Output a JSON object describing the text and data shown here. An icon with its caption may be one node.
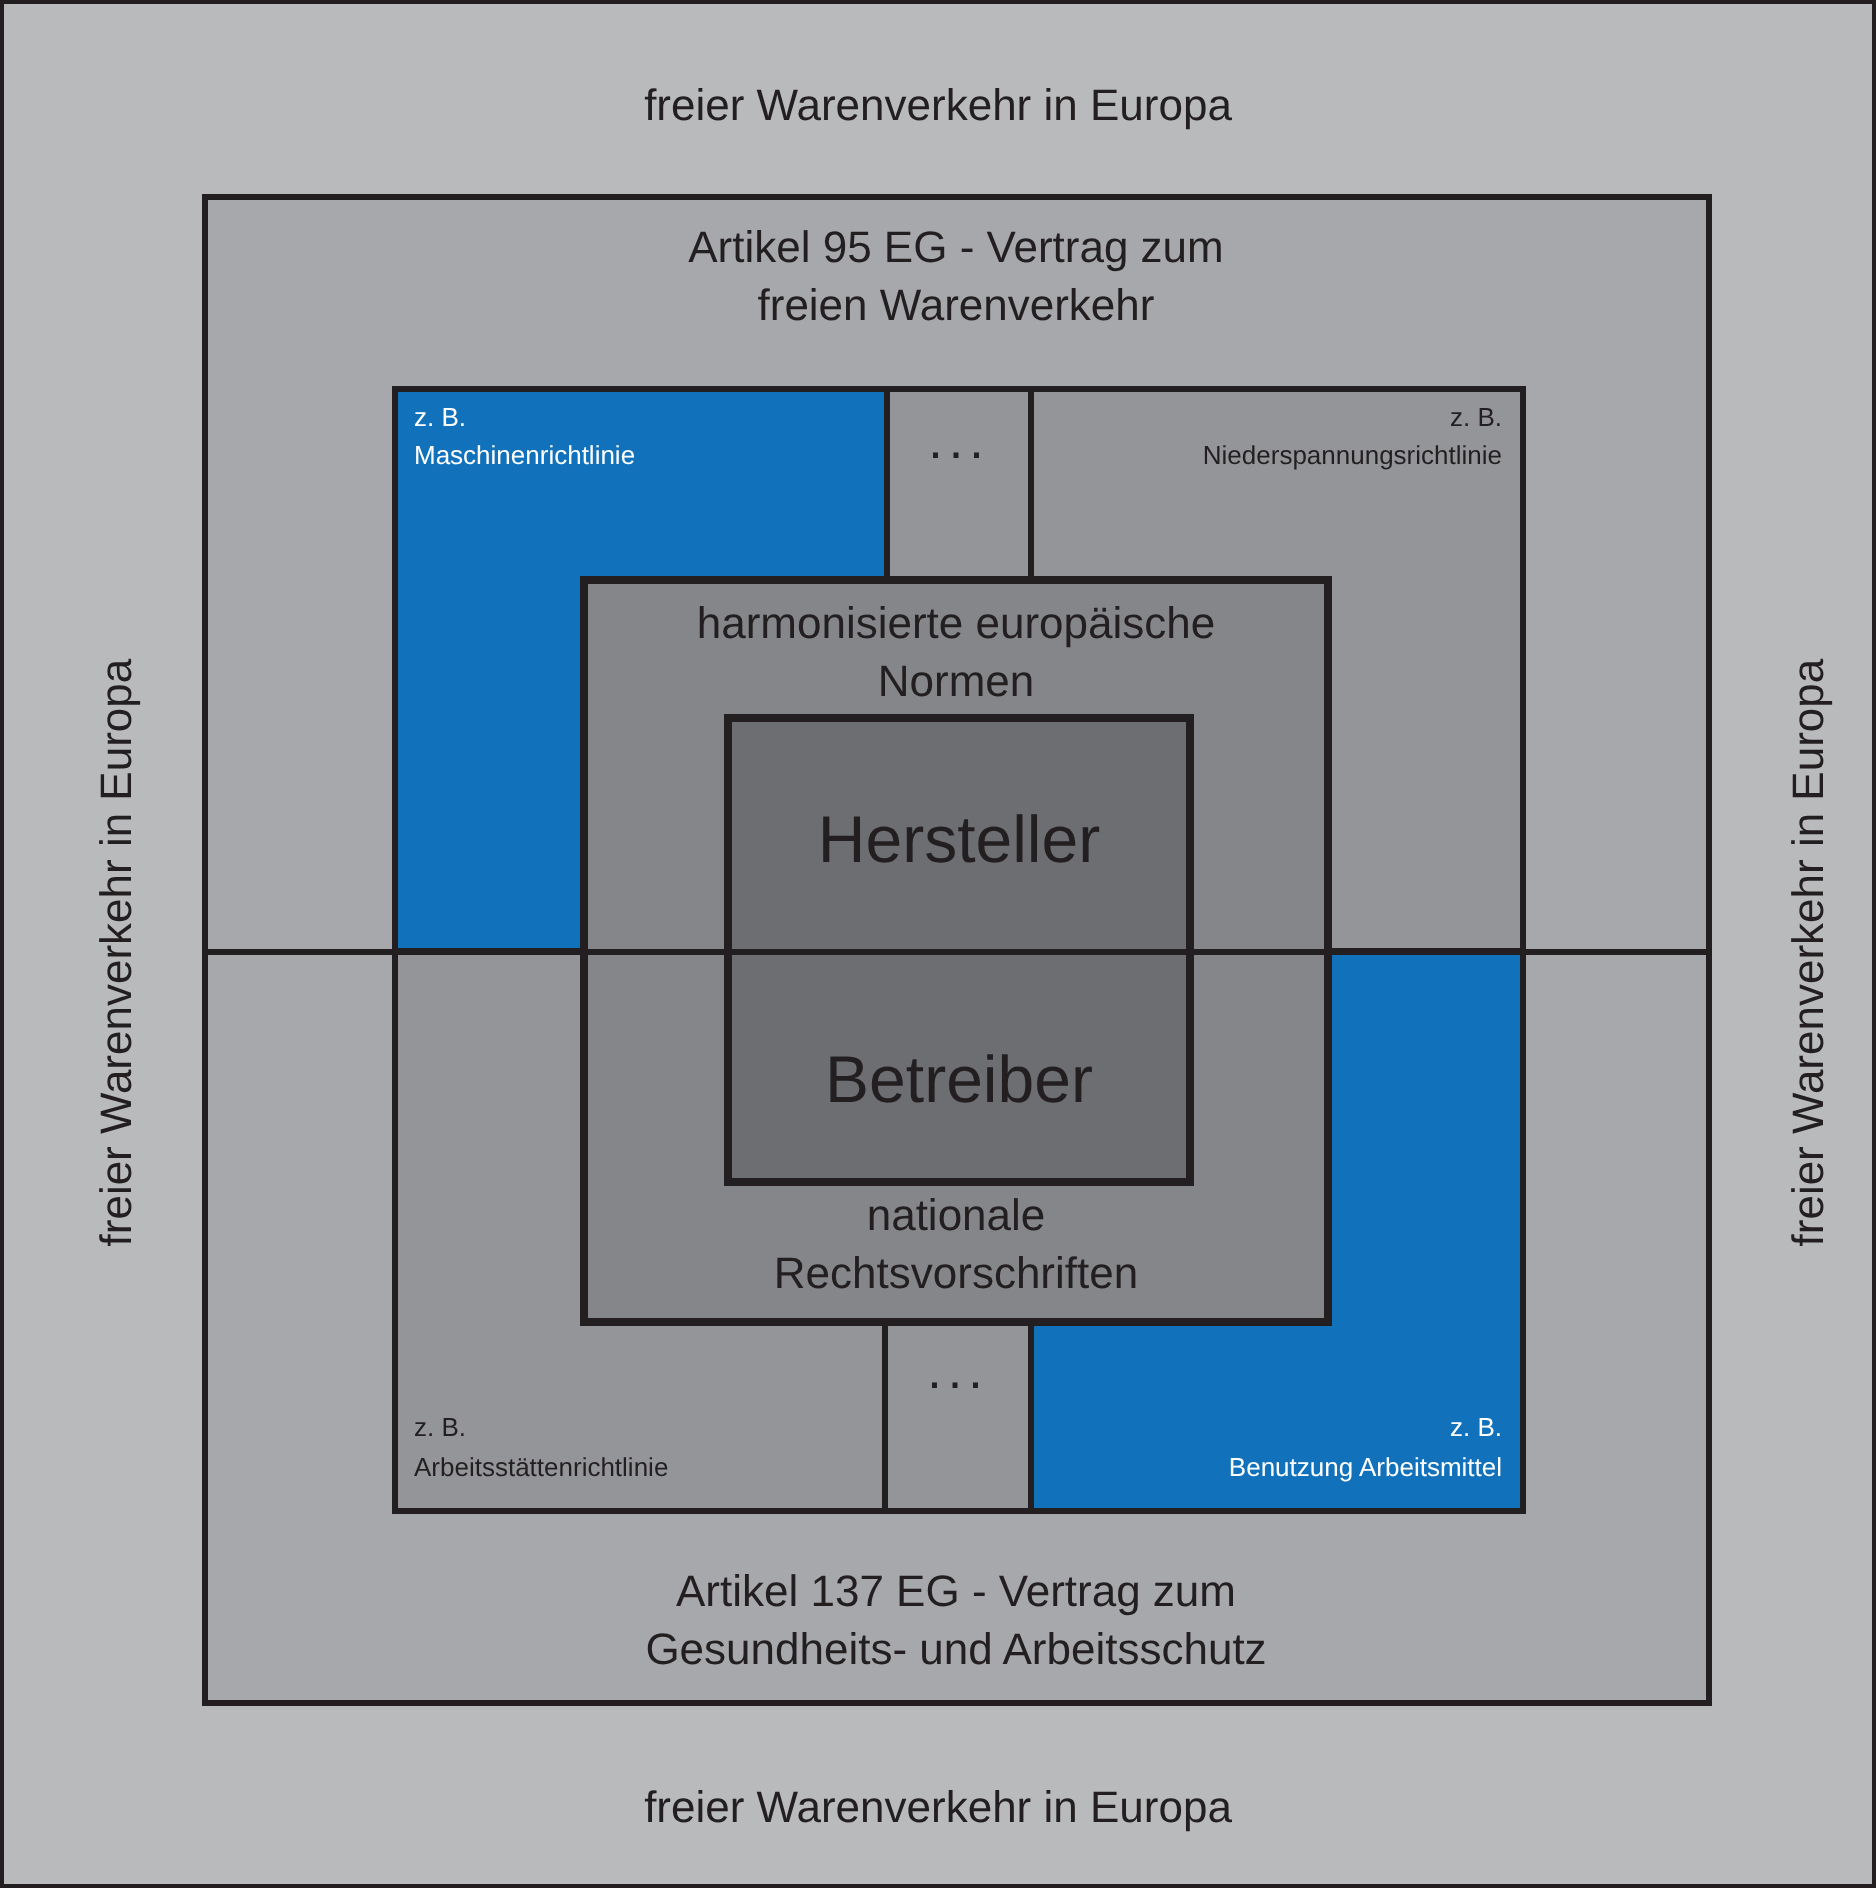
{
  "diagram": {
    "nodes": [
      {
        "text": [
          "freier Warenverkehr in Europa",
          "freier Warenverkehr in Europa",
          "freier Warenverkehr in Europa",
          "freier Warenverkehr in Europa"
        ]
      },
      {
        "text": [
          "Artikel 95 EG - Vertrag zum freien Warenverkehr",
          "Artikel 137 EG - Vertrag zum Gesundheits- und Arbeitsschutz"
        ],
        "in": 0
      },
      {
        "text": [
          "z. B.",
          "Maschinenrichtlinie"
        ],
        "in": 1
      },
      {
        "text": [
          "..."
        ],
        "in": 1
      },
      {
        "text": [
          "z. B.",
          "Niederspannungsrichtlinie"
        ],
        "in": 1
      },
      {
        "text": [
          "z. B.",
          "Arbeitsstättenrichtlinie"
        ],
        "in": 1
      },
      {
        "text": [
          "..."
        ],
        "in": 1
      },
      {
        "text": [
          "z. B.",
          "Benutzung Arbeitsmittel"
        ],
        "in": 1
      },
      {
        "text": [
          "harmonisierte europäische Normen",
          "nationale Rechtsvorschriften"
        ],
        "in": 1
      },
      {
        "text": [
          "Hersteller",
          "Betreiber"
        ],
        "in": 8
      }
    ]
  }
}
